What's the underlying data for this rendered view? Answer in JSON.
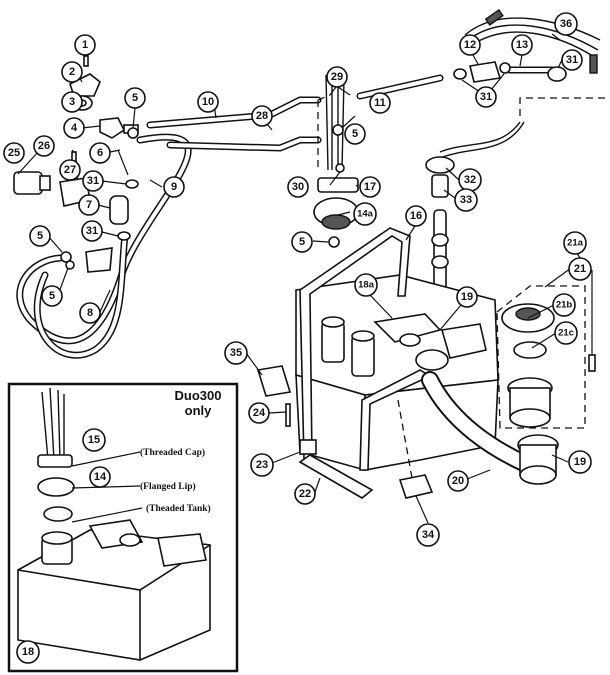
{
  "inset": {
    "title_line1": "Duo300",
    "title_line2": "only",
    "callout_cap": "(Threaded Cap)",
    "callout_lip": "(Flanged Lip)",
    "callout_tank": "(Theaded Tank)"
  },
  "labels": {
    "l1": "1",
    "l2": "2",
    "l3": "3",
    "l4": "4",
    "l5a": "5",
    "l5b": "5",
    "l5c": "5",
    "l5d": "5",
    "l5e": "5",
    "l5f": "5",
    "l6": "6",
    "l7": "7",
    "l8": "8",
    "l9": "9",
    "l10": "10",
    "l11": "11",
    "l12": "12",
    "l13": "13",
    "l14": "14",
    "l14a": "14a",
    "l15": "15",
    "l16": "16",
    "l17": "17",
    "l18": "18",
    "l18a": "18a",
    "l19a": "19",
    "l19b": "19",
    "l20": "20",
    "l21": "21",
    "l21a": "21a",
    "l21b": "21b",
    "l21c": "21c",
    "l22": "22",
    "l23": "23",
    "l24": "24",
    "l25": "25",
    "l26": "26",
    "l27": "27",
    "l28": "28",
    "l29": "29",
    "l30": "30",
    "l31a": "31",
    "l31b": "31",
    "l31c": "31",
    "l31d": "31",
    "l32": "32",
    "l33": "33",
    "l34": "34",
    "l35": "35",
    "l36": "36"
  }
}
